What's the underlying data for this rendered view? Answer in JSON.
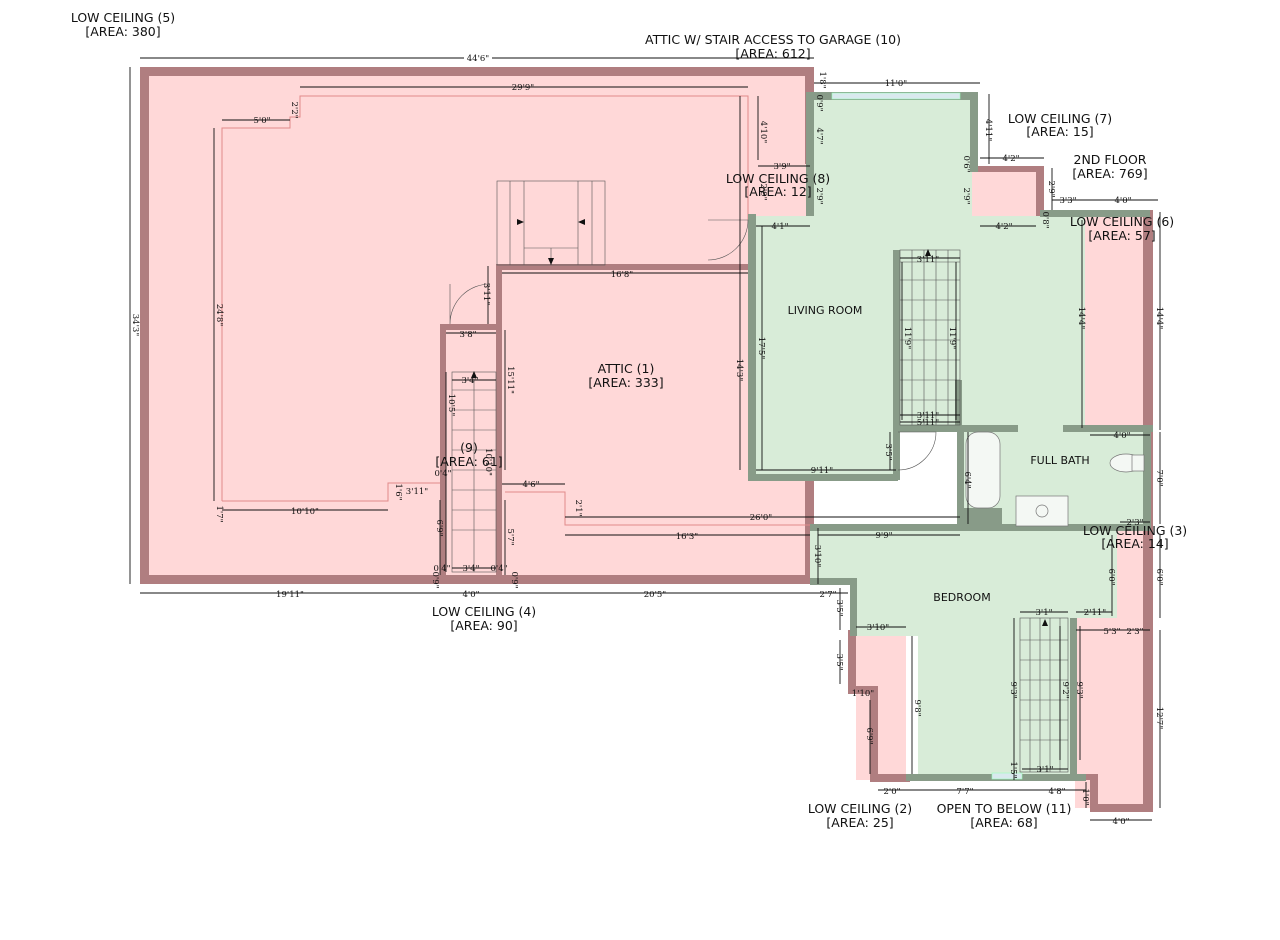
{
  "plan": {
    "labels": {
      "lc5": [
        "LOW CEILING (5)",
        "[AREA: 380]"
      ],
      "attic10": [
        "ATTIC W/ STAIR ACCESS TO GARAGE (10)",
        "[AREA: 612]"
      ],
      "lc7": [
        "LOW CEILING (7)",
        "[AREA: 15]"
      ],
      "floor2": [
        "2ND FLOOR",
        "[AREA: 769]"
      ],
      "lc8": [
        "LOW CEILING (8)",
        "[AREA: 12]"
      ],
      "lc6": [
        "LOW CEILING (6)",
        "[AREA: 57]"
      ],
      "attic1": [
        "ATTIC (1)",
        "[AREA: 333]"
      ],
      "r9": [
        "(9)",
        "[AREA: 61]"
      ],
      "lc3": [
        "LOW CEILING (3)",
        "[AREA: 14]"
      ],
      "lc4": [
        "LOW CEILING (4)",
        "[AREA: 90]"
      ],
      "lc2": [
        "LOW CEILING (2)",
        "[AREA: 25]"
      ],
      "otb11": [
        "OPEN TO BELOW (11)",
        "[AREA: 68]"
      ]
    },
    "rooms": {
      "living": "LIVING ROOM",
      "bath": "FULL BATH",
      "bedroom": "BEDROOM"
    },
    "dims": {
      "total_w": "44'6\"",
      "total_h": "34'3\"",
      "inner_w": "29'9\"",
      "d50": "5'0\"",
      "d22": "2'2\"",
      "d248": "24'8\"",
      "d17": "1'7\"",
      "d1010": "10'10\"",
      "d16a": "1'6\"",
      "d311": "3'11\"",
      "d1911": "19'11\"",
      "d40b": "4'0\"",
      "d205": "20'5\"",
      "d27": "2'7\"",
      "d168": "16'8\"",
      "d311b": "3'11\"",
      "d38": "3'8\"",
      "d34a": "3'4\"",
      "d1005": "10'5\"",
      "d1511": "15'11\"",
      "d1010b": "10'10\"",
      "d57": "5'7\"",
      "d04": "0'4\"",
      "d69a": "6'9\"",
      "d34b": "3'4\"",
      "d04b": "0'4\"",
      "d09": "0'9\"",
      "d09b": "0'9\"",
      "d46": "4'6\"",
      "d21": "2'1\"",
      "d260": "26'0\"",
      "d163": "16'3\"",
      "d410": "4'10\"",
      "d143": "14'3\"",
      "d110": "11'0\"",
      "d18": "1'8\"",
      "d09c": "0'9\"",
      "d47": "4'7\"",
      "d411": "4'11\"",
      "d39": "3'9\"",
      "d29a": "2'9\"",
      "d29b": "2'9\"",
      "d06": "0'6\"",
      "d42": "4'2\"",
      "d42b": "4'2\"",
      "d29c": "2'9\"",
      "d08": "0'8\"",
      "d33": "3'3\"",
      "d40c": "4'0\"",
      "d41": "4'1\"",
      "d175": "17'5\"",
      "d311c": "3'11\"",
      "d119a": "11'9\"",
      "d119b": "11'9\"",
      "d311d": "3'11\"",
      "d311e": "5'11\"",
      "d35": "3'5\"",
      "d911": "9'11\"",
      "d144a": "14'4\"",
      "d144b": "14'4\"",
      "d40d": "4'0\"",
      "d64": "6'4\"",
      "d70": "7'0\"",
      "d23": "2'3\"",
      "d99": "9'9\"",
      "d310": "3'10\"",
      "d60a": "6'0\"",
      "d60b": "6'0\"",
      "d31": "3'1\"",
      "d211": "2'11\"",
      "d53": "5'3\"",
      "d23b": "2'3\"",
      "d35b": "3'5\"",
      "d310b": "3'10\"",
      "d35c": "3'5\"",
      "d110b": "1'10\"",
      "d69b": "6'9\"",
      "d98": "9'8\"",
      "d93a": "9'3\"",
      "d92": "9'2\"",
      "d93b": "9'3\"",
      "d127": "12'7\"",
      "d15": "1'5\"",
      "d31b": "3'1\"",
      "d20": "2'0\"",
      "d77": "7'7\"",
      "d48": "4'8\"",
      "d10": "1'0\"",
      "d40e": "4'0\""
    }
  }
}
